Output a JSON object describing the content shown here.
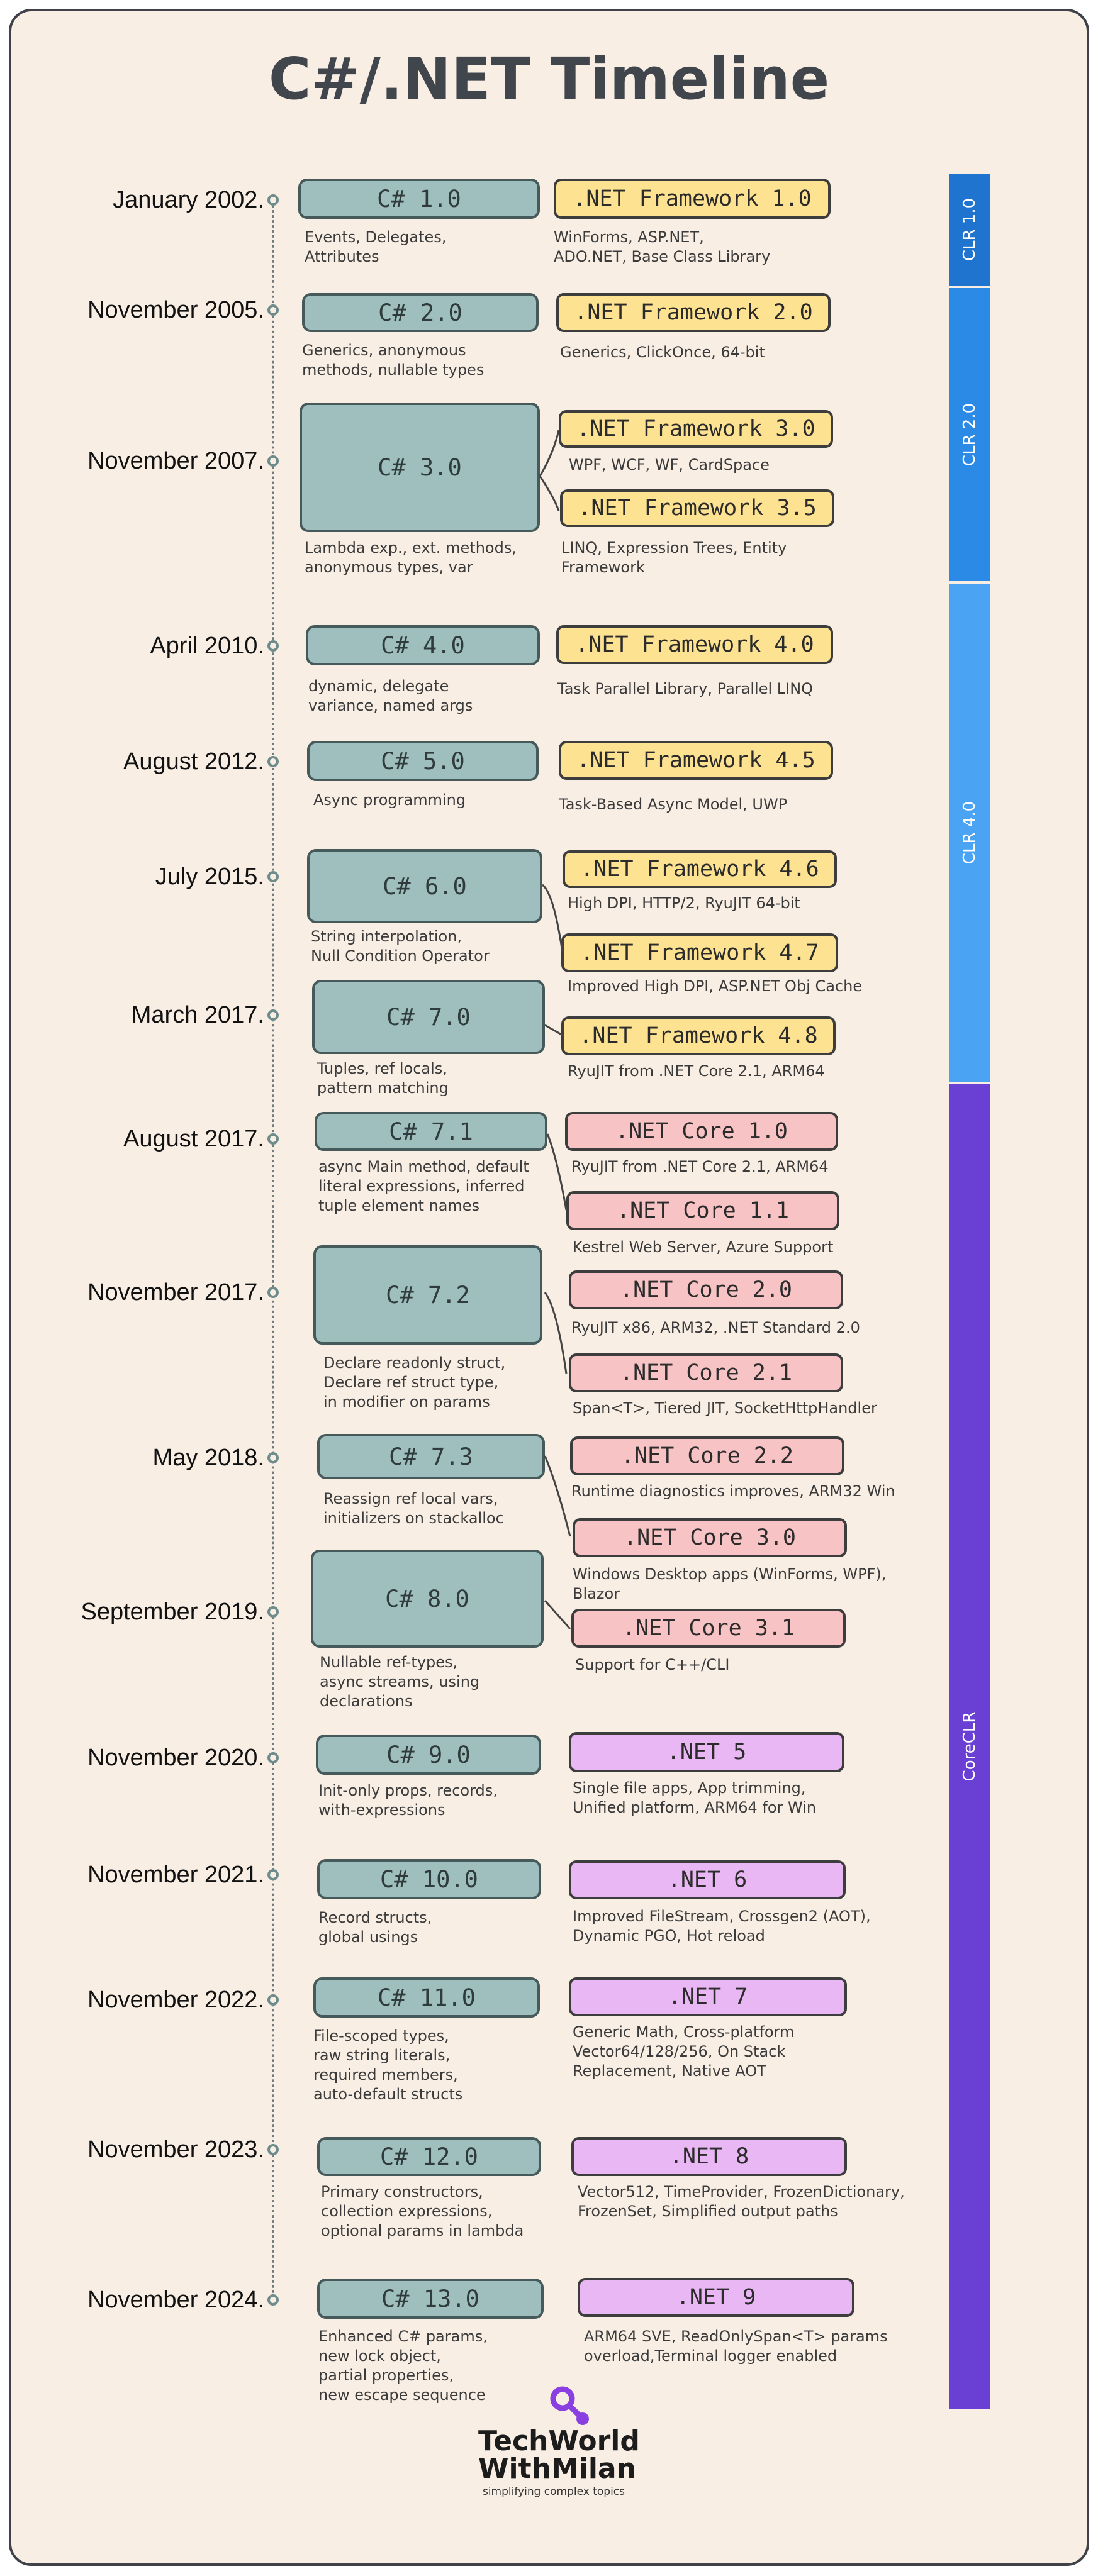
{
  "title": "C#/.NET Timeline",
  "dates": [
    "January 2002.",
    "November 2005.",
    "November 2007.",
    "April 2010.",
    "August 2012.",
    "July 2015.",
    "March 2017.",
    "August 2017.",
    "November 2017.",
    "May 2018.",
    "September 2019.",
    "November 2020.",
    "November 2021.",
    "November 2022.",
    "November 2023.",
    "November 2024."
  ],
  "csharp": [
    {
      "label": "C# 1.0",
      "notes": [
        "Events, Delegates,",
        "Attributes"
      ]
    },
    {
      "label": "C# 2.0",
      "notes": [
        "Generics, anonymous",
        "methods, nullable types"
      ]
    },
    {
      "label": "C# 3.0",
      "notes": [
        "Lambda exp., ext. methods,",
        "anonymous types, var"
      ]
    },
    {
      "label": "C# 4.0",
      "notes": [
        "dynamic, delegate",
        "variance, named args"
      ]
    },
    {
      "label": "C# 5.0",
      "notes": [
        "Async programming"
      ]
    },
    {
      "label": "C# 6.0",
      "notes": [
        "String interpolation,",
        "Null Condition Operator"
      ]
    },
    {
      "label": "C# 7.0",
      "notes": [
        "Tuples, ref locals,",
        "pattern matching"
      ]
    },
    {
      "label": "C# 7.1",
      "notes": [
        "async Main method, default",
        "literal expressions, inferred",
        "tuple element names"
      ]
    },
    {
      "label": "C# 7.2",
      "notes": [
        "Declare readonly struct,",
        "Declare ref struct type,",
        "in modifier on params"
      ]
    },
    {
      "label": "C# 7.3",
      "notes": [
        "Reassign ref local vars,",
        "initializers on stackalloc"
      ]
    },
    {
      "label": "C# 8.0",
      "notes": [
        "Nullable ref-types,",
        "async streams, using",
        "declarations"
      ]
    },
    {
      "label": "C# 9.0",
      "notes": [
        "Init-only props, records,",
        "with-expressions"
      ]
    },
    {
      "label": "C# 10.0",
      "notes": [
        "Record structs,",
        "global usings"
      ]
    },
    {
      "label": "C# 11.0",
      "notes": [
        "File-scoped types,",
        "raw string literals,",
        "required members,",
        "auto-default structs"
      ]
    },
    {
      "label": "C# 12.0",
      "notes": [
        "Primary constructors,",
        "collection expressions,",
        "optional params in lambda"
      ]
    },
    {
      "label": "C# 13.0",
      "notes": [
        "Enhanced C# params,",
        "new lock object,",
        "partial properties,",
        "new escape sequence"
      ]
    }
  ],
  "dotnet": [
    {
      "label": ".NET Framework 1.0",
      "notes": [
        "WinForms, ASP.NET,",
        "ADO.NET, Base Class Library"
      ]
    },
    {
      "label": ".NET Framework 2.0",
      "notes": [
        "Generics, ClickOnce, 64-bit"
      ]
    },
    {
      "label": ".NET Framework 3.0",
      "notes": [
        "WPF, WCF, WF, CardSpace"
      ]
    },
    {
      "label": ".NET Framework 3.5",
      "notes": [
        "LINQ, Expression Trees, Entity",
        "Framework"
      ]
    },
    {
      "label": ".NET Framework 4.0",
      "notes": [
        "Task Parallel Library, Parallel LINQ"
      ]
    },
    {
      "label": ".NET Framework 4.5",
      "notes": [
        "Task-Based Async Model, UWP"
      ]
    },
    {
      "label": ".NET Framework 4.6",
      "notes": [
        "High DPI, HTTP/2, RyuJIT 64-bit"
      ]
    },
    {
      "label": ".NET Framework 4.7",
      "notes": [
        "Improved High DPI, ASP.NET Obj Cache"
      ]
    },
    {
      "label": ".NET Framework 4.8",
      "notes": [
        "RyuJIT from .NET Core 2.1, ARM64"
      ]
    },
    {
      "label": ".NET Core 1.0",
      "notes": [
        "RyuJIT from .NET Core 2.1, ARM64"
      ]
    },
    {
      "label": ".NET Core 1.1",
      "notes": [
        "Kestrel Web Server, Azure Support"
      ]
    },
    {
      "label": ".NET Core 2.0",
      "notes": [
        "RyuJIT x86, ARM32, .NET Standard 2.0"
      ]
    },
    {
      "label": ".NET Core 2.1",
      "notes": [
        "Span<T>, Tiered JIT, SocketHttpHandler"
      ]
    },
    {
      "label": ".NET Core 2.2",
      "notes": [
        "Runtime diagnostics improves, ARM32 Win"
      ]
    },
    {
      "label": ".NET Core 3.0",
      "notes": [
        "Windows Desktop apps (WinForms, WPF),",
        "Blazor"
      ]
    },
    {
      "label": ".NET Core 3.1",
      "notes": [
        "Support for C++/CLI"
      ]
    },
    {
      "label": ".NET 5",
      "notes": [
        "Single file apps, App trimming,",
        "Unified platform, ARM64 for Win"
      ]
    },
    {
      "label": ".NET 6",
      "notes": [
        "Improved FileStream, Crossgen2 (AOT),",
        "Dynamic PGO, Hot reload"
      ]
    },
    {
      "label": ".NET 7",
      "notes": [
        "Generic Math, Cross-platform",
        "Vector64/128/256, On Stack",
        "Replacement, Native AOT"
      ]
    },
    {
      "label": ".NET 8",
      "notes": [
        "Vector512, TimeProvider, FrozenDictionary,",
        "FrozenSet, Simplified output paths"
      ]
    },
    {
      "label": ".NET 9",
      "notes": [
        "ARM64 SVE, ReadOnlySpan<T> params",
        "overload,Terminal logger enabled"
      ]
    }
  ],
  "clr": [
    {
      "label": "CLR 1.0",
      "color": "#1f74cf"
    },
    {
      "label": "CLR 2.0",
      "color": "#2b8ae6"
    },
    {
      "label": "CLR 4.0",
      "color": "#4aa3f3"
    },
    {
      "label": "CoreCLR",
      "color": "#6a3fd4"
    }
  ],
  "logo": {
    "line1": "TechWorld",
    "line2": "WithMilan",
    "tagline": "simplifying complex topics",
    "color": "#8a3fe0"
  }
}
